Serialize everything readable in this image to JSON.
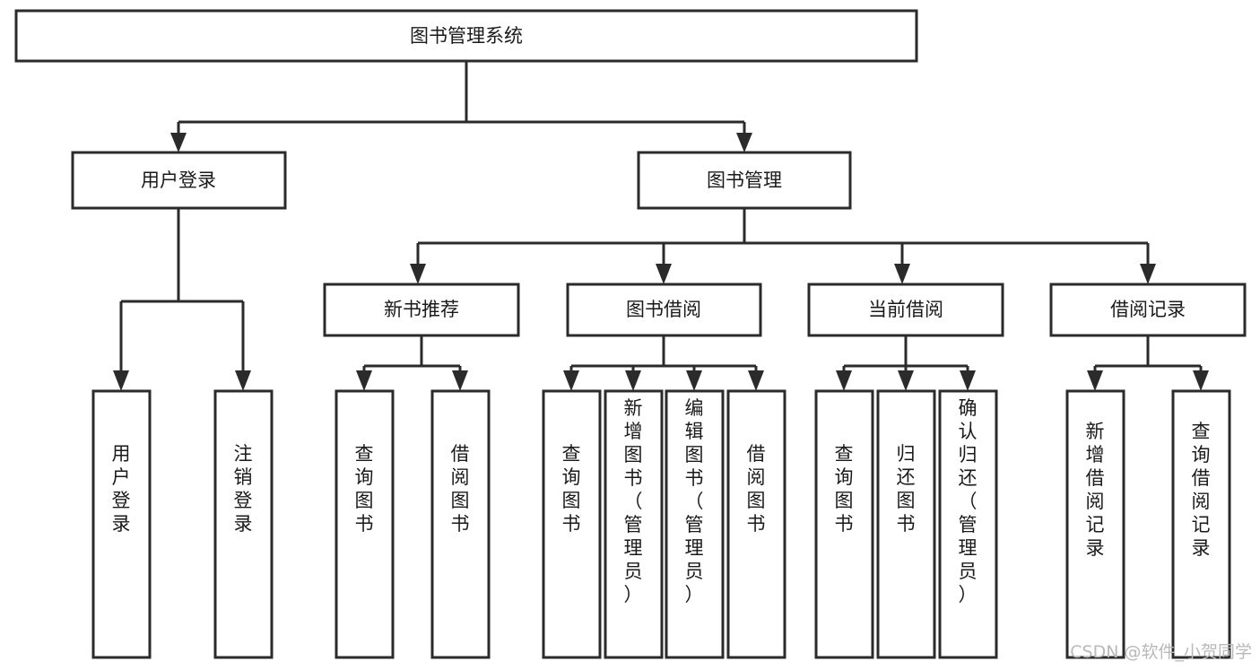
{
  "diagram": {
    "type": "tree-hierarchy",
    "title": "图书管理系统",
    "orientation": "top-down",
    "colors": {
      "box_stroke": "#2b2b2b",
      "box_fill": "#ffffff",
      "connector": "#2b2b2b",
      "text": "#1a1a1a",
      "background": "#ffffff",
      "watermark": "#b9b9b9"
    },
    "root": {
      "label": "图书管理系统",
      "text_direction": "horizontal"
    },
    "level2": [
      {
        "label": "用户登录",
        "text_direction": "horizontal"
      },
      {
        "label": "图书管理",
        "text_direction": "horizontal"
      }
    ],
    "level3": [
      {
        "label": "新书推荐",
        "text_direction": "horizontal"
      },
      {
        "label": "图书借阅",
        "text_direction": "horizontal"
      },
      {
        "label": "当前借阅",
        "text_direction": "horizontal"
      },
      {
        "label": "借阅记录",
        "text_direction": "horizontal"
      }
    ],
    "leaves": {
      "user_login": [
        {
          "label": "用户登录",
          "text_direction": "vertical"
        },
        {
          "label": "注销登录",
          "text_direction": "vertical"
        }
      ],
      "new_book_recommend": [
        {
          "label": "查询图书",
          "text_direction": "vertical"
        },
        {
          "label": "借阅图书",
          "text_direction": "vertical"
        }
      ],
      "book_borrow": [
        {
          "label": "查询图书",
          "text_direction": "vertical"
        },
        {
          "label": "新增图书（管理员）",
          "text_direction": "vertical"
        },
        {
          "label": "编辑图书（管理员）",
          "text_direction": "vertical"
        },
        {
          "label": "借阅图书",
          "text_direction": "vertical"
        }
      ],
      "current_borrow": [
        {
          "label": "查询图书",
          "text_direction": "vertical"
        },
        {
          "label": "归还图书",
          "text_direction": "vertical"
        },
        {
          "label": "确认归还（管理员）",
          "text_direction": "vertical"
        }
      ],
      "borrow_record": [
        {
          "label": "新增借阅记录",
          "text_direction": "vertical"
        },
        {
          "label": "查询借阅记录",
          "text_direction": "vertical"
        }
      ]
    }
  },
  "watermark": {
    "text": "CSDN @软件_小贺同学"
  }
}
